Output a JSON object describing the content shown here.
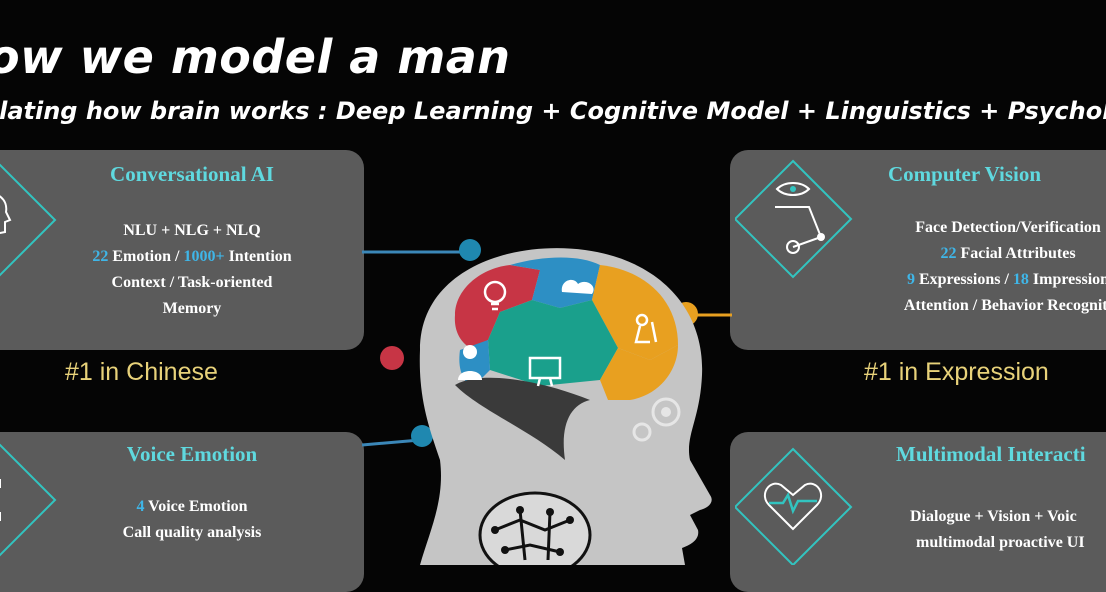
{
  "title": "ow we model a man",
  "subtitle": "ulating how brain works : Deep Learning + Cognitive Model + Linguistics + Psychology",
  "cards": {
    "conversational": {
      "title": "Conversational AI",
      "line1": "NLU + NLG + NLQ",
      "line2_num1": "22",
      "line2_text1": " Emotion / ",
      "line2_num2": "1000+",
      "line2_text2": " Intention",
      "line3": "Context / Task-oriented",
      "line4": "Memory",
      "rank": "#1 in Chinese",
      "icon": "brain-head-icon"
    },
    "vision": {
      "title": "Computer Vision",
      "line1": "Face Detection/Verification",
      "line2_num": "22",
      "line2_text": " Facial Attributes",
      "line3_num1": "9",
      "line3_text1": " Expressions / ",
      "line3_num2": "18",
      "line3_text2": " Impression",
      "line4": "Attention / Behavior Recogniti",
      "rank": "#1 in Expression",
      "icon": "eye-network-icon"
    },
    "voice": {
      "title": "Voice Emotion",
      "line1_num": "4",
      "line1_text": " Voice Emotion",
      "line2": "Call quality analysis",
      "icon": "voice-scan-icon"
    },
    "multimodal": {
      "title": "Multimodal Interacti",
      "line1": "Dialogue + Vision + Voic",
      "line2": "multimodal proactive UI",
      "icon": "heart-pulse-icon"
    }
  },
  "colors": {
    "background": "#050505",
    "card": "#5b5b5b",
    "card_title": "#5fd9df",
    "highlight": "#3fb6e8",
    "rank": "#e8d27a",
    "accent_teal": "#32c4c0",
    "accent_orange": "#e8a020"
  }
}
